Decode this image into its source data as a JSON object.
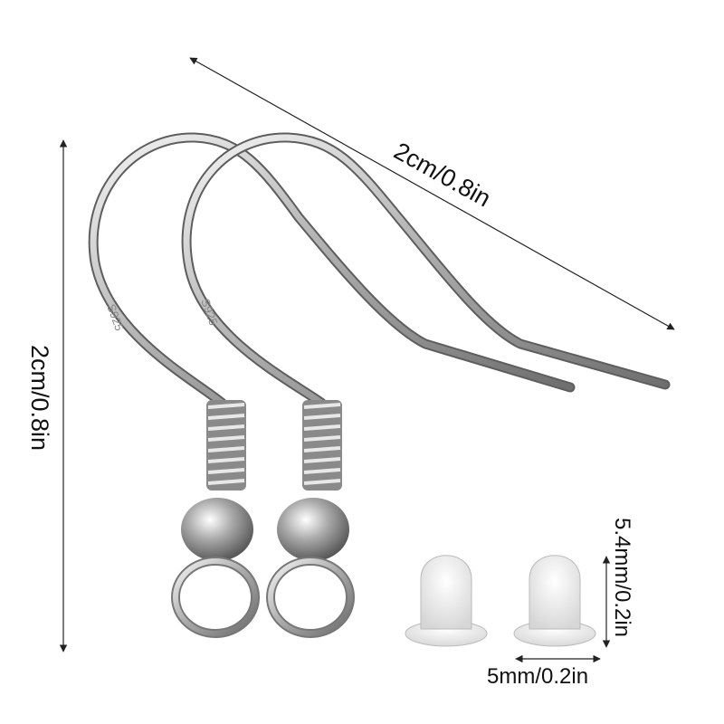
{
  "dimensions": {
    "hook_length": "2cm/0.8in",
    "hook_height": "2cm/0.8in",
    "back_height": "5.4mm/0.2in",
    "back_width": "5mm/0.2in"
  },
  "engraving": "S925",
  "colors": {
    "background": "#ffffff",
    "metal": "#b8b8b8",
    "metal_dark": "#6e6e6e",
    "silicone": "#eeeeee",
    "arrow": "#222222"
  }
}
